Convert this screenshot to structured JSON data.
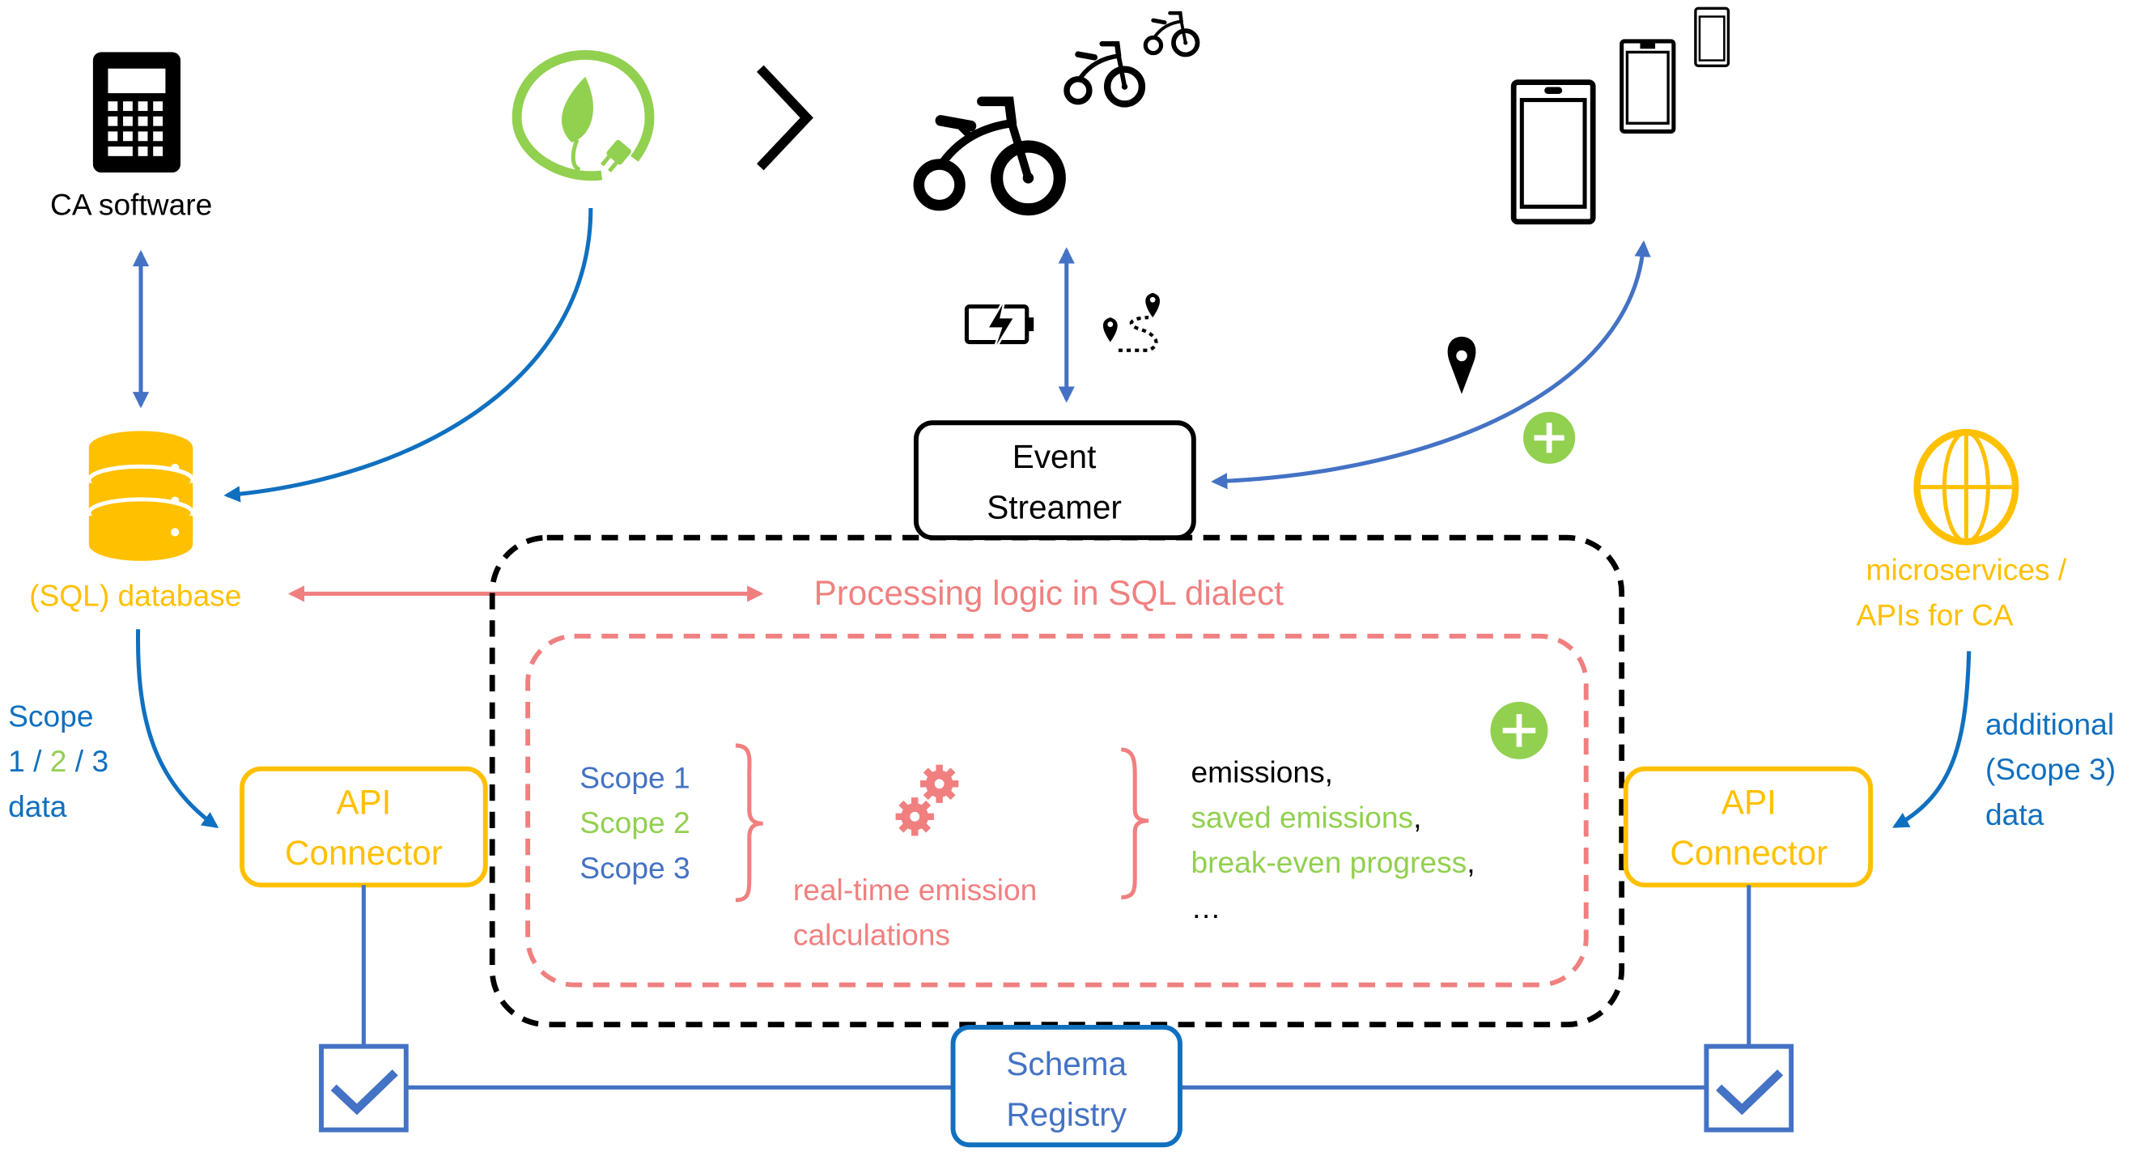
{
  "colors": {
    "yellow": "#FFC000",
    "salmon": "#F08080",
    "blue": "#4472C4",
    "dark_blue": "#1070C0",
    "green": "#92D050",
    "black": "#000000"
  },
  "nodes": {
    "ca_software": {
      "label": "CA software",
      "icon": "calculator-icon"
    },
    "green_energy": {
      "icon": "leaf-plug-icon"
    },
    "chevron": {
      "icon": "chevron-right-icon"
    },
    "bikes": {
      "icon": "bicycle-icon",
      "count": 3
    },
    "phones": {
      "icon": "smartphone-icon",
      "count": 3
    },
    "battery": {
      "icon": "battery-charging-icon"
    },
    "route": {
      "icon": "route-pins-icon"
    },
    "location": {
      "icon": "location-pin-icon"
    },
    "event_streamer": {
      "line1": "Event",
      "line2": "Streamer"
    },
    "database": {
      "label": "(SQL) database",
      "icon": "database-icon"
    },
    "microservices": {
      "line1": "microservices /",
      "line2": "APIs for CA",
      "icon": "globe-icon"
    },
    "processing_title": "Processing logic in SQL dialect",
    "api_connector_left": {
      "line1": "API",
      "line2": "Connector"
    },
    "api_connector_right": {
      "line1": "API",
      "line2": "Connector"
    },
    "schema_registry": {
      "line1": "Schema",
      "line2": "Registry"
    },
    "plus_badges": {
      "icon": "plus-circle-icon",
      "count": 2
    },
    "check_boxes": {
      "icon": "checkbox-check-icon",
      "count": 2
    }
  },
  "left_label": {
    "line1": "Scope",
    "parts": [
      "1",
      " / ",
      "2",
      " / ",
      "3"
    ],
    "line3": "data"
  },
  "right_label": {
    "line1": "additional",
    "line2": "(Scope 3)",
    "line3": "data"
  },
  "processing": {
    "inputs": [
      "Scope 1",
      "Scope 2",
      "Scope 3"
    ],
    "engine_line1": "real-time emission",
    "engine_line2": "calculations",
    "engine_icon": "gears-icon",
    "outputs": [
      {
        "text": "emissions",
        "suffix": ",",
        "color": "black"
      },
      {
        "text": "saved emissions",
        "suffix": ",",
        "color": "green"
      },
      {
        "text": "break-even progress",
        "suffix": ",",
        "color": "green"
      },
      {
        "text": "…",
        "suffix": "",
        "color": "black"
      }
    ]
  }
}
